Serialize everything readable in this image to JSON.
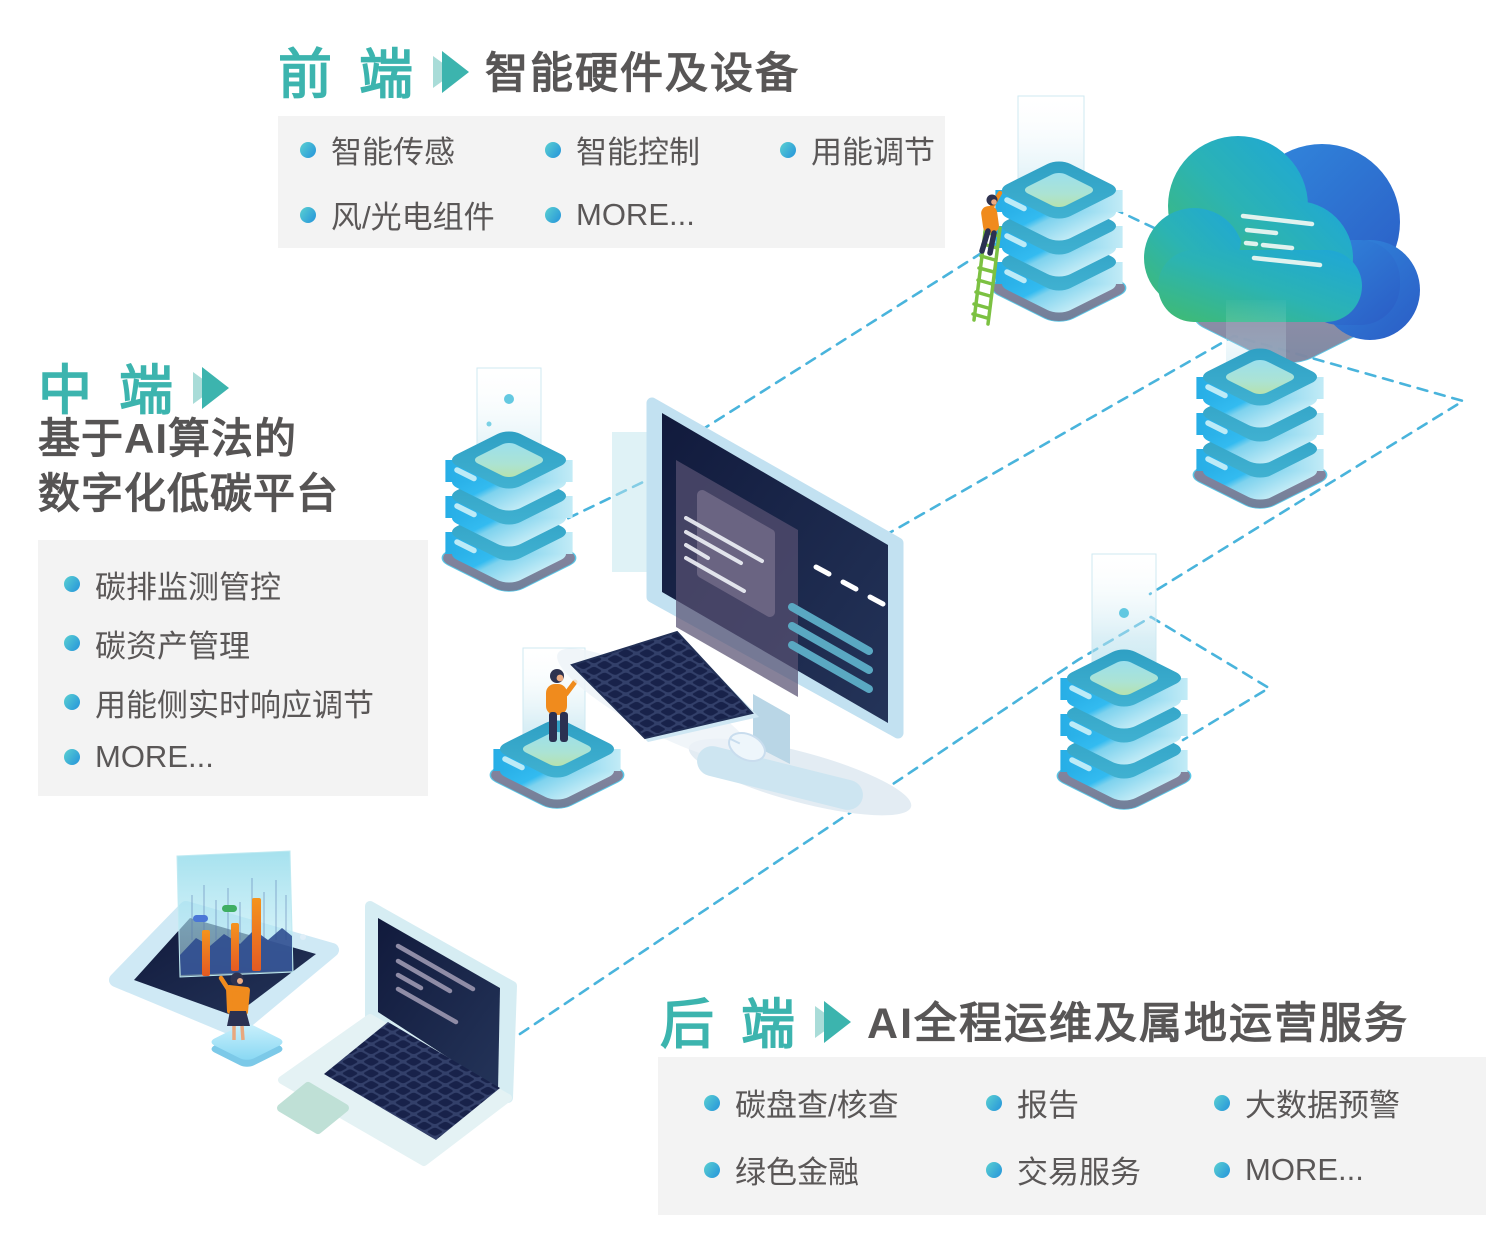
{
  "sections": {
    "front": {
      "tag": "前 端",
      "title": "智能硬件及设备",
      "items": [
        "智能传感",
        "智能控制",
        "用能调节",
        "风/光电组件",
        "MORE..."
      ]
    },
    "middle": {
      "tag": "中 端",
      "title_lines": [
        "基于AI算法的",
        "数字化低碳平台"
      ],
      "items": [
        "碳排监测管控",
        "碳资产管理",
        "用能侧实时响应调节",
        "MORE..."
      ]
    },
    "back": {
      "tag": "后 端",
      "title": "AI全程运维及属地运营服务",
      "items": [
        "碳盘查/核查",
        "报告",
        "大数据预警",
        "绿色金融",
        "交易服务",
        "MORE..."
      ]
    }
  },
  "colors": {
    "accent_teal": "#3CB4AE",
    "body_text": "#5A5757",
    "bullet_blue": "#2F9FD9",
    "panel_bg": "#F3F3F3",
    "dashed_line": "#49B4DC",
    "server_blue": "#29B5EC",
    "server_base_gray": "#8A80A0",
    "cloud_green": "#41BB6F",
    "cloud_blue": "#2B84D8",
    "screen_navy": "#131B3E",
    "person_orange": "#F08B1D",
    "ladder_green": "#7CC142"
  },
  "icons": [
    "double-arrow-icon",
    "cloud-icon",
    "server-stack-icon",
    "monitor-icon",
    "keyboard-icon",
    "mouse-icon",
    "laptop-icon",
    "tablet-chart-icon",
    "person-icon",
    "ladder-icon",
    "bullet-icon"
  ]
}
